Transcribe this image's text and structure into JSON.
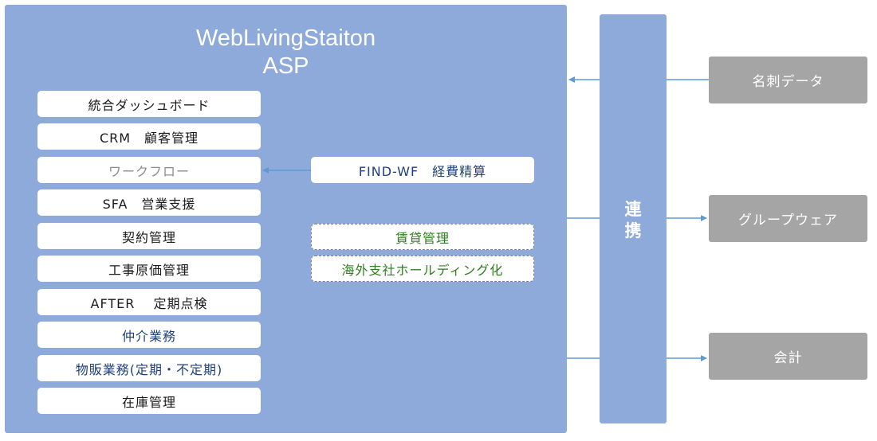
{
  "title": {
    "line1": "WebLivingStaiton",
    "line2": "ASP"
  },
  "modules": [
    {
      "label": "統合ダッシュボード"
    },
    {
      "label": "CRM　顧客管理"
    },
    {
      "label": "ワークフロー"
    },
    {
      "label": "SFA　営業支援"
    },
    {
      "label": "契約管理"
    },
    {
      "label": "工事原価管理"
    },
    {
      "label": "AFTER　 定期点検"
    },
    {
      "label": "仲介業務"
    },
    {
      "label": "物販業務(定期・不定期)"
    },
    {
      "label": "在庫管理"
    }
  ],
  "addons": {
    "find_wf": "FIND-WF　経費精算",
    "chintai": "賃貸管理",
    "overseas": "海外支社ホールディング化"
  },
  "link": {
    "label_line1": "連",
    "label_line2": "携"
  },
  "external": {
    "meishi": "名刺データ",
    "groupware": "グループウェア",
    "kaikei": "会計"
  },
  "colors": {
    "panel": "#8eaadb",
    "external_box": "#a5a5a5",
    "connector": "#5b9bd5",
    "module_text_blue": "#1f3f7a",
    "addon_text_green": "#2e7d1e"
  }
}
